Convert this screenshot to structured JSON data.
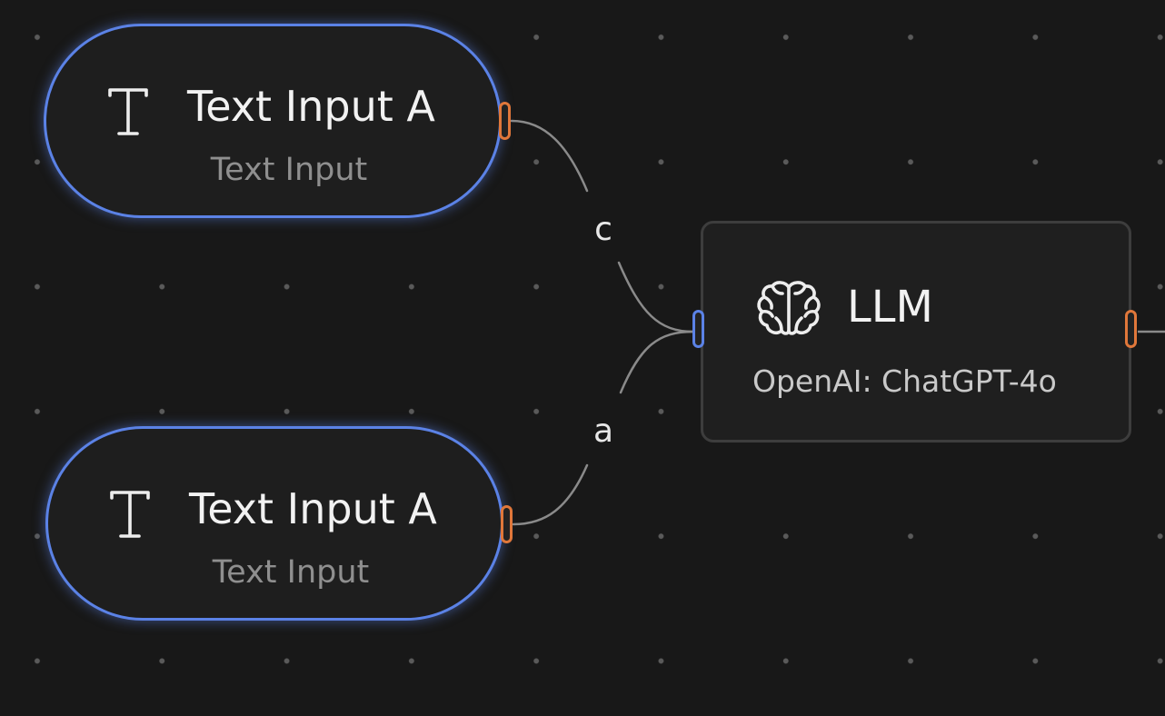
{
  "nodes": {
    "text_input_top": {
      "title": "Text Input A",
      "subtitle": "Text Input",
      "icon": "text-type-icon"
    },
    "text_input_bottom": {
      "title": "Text Input A",
      "subtitle": "Text Input",
      "icon": "text-type-icon"
    },
    "llm": {
      "title": "LLM",
      "subtitle": "OpenAI: ChatGPT-4o",
      "icon": "brain-icon"
    }
  },
  "edges": [
    {
      "from": "text_input_top",
      "to": "llm",
      "label": "c"
    },
    {
      "from": "text_input_bottom",
      "to": "llm",
      "label": "a"
    }
  ],
  "colors": {
    "background": "#181818",
    "input_node_border": "#5b82e6",
    "output_port": "#e0773a",
    "input_port": "#5b82e6",
    "edge": "#8a8a8a"
  }
}
